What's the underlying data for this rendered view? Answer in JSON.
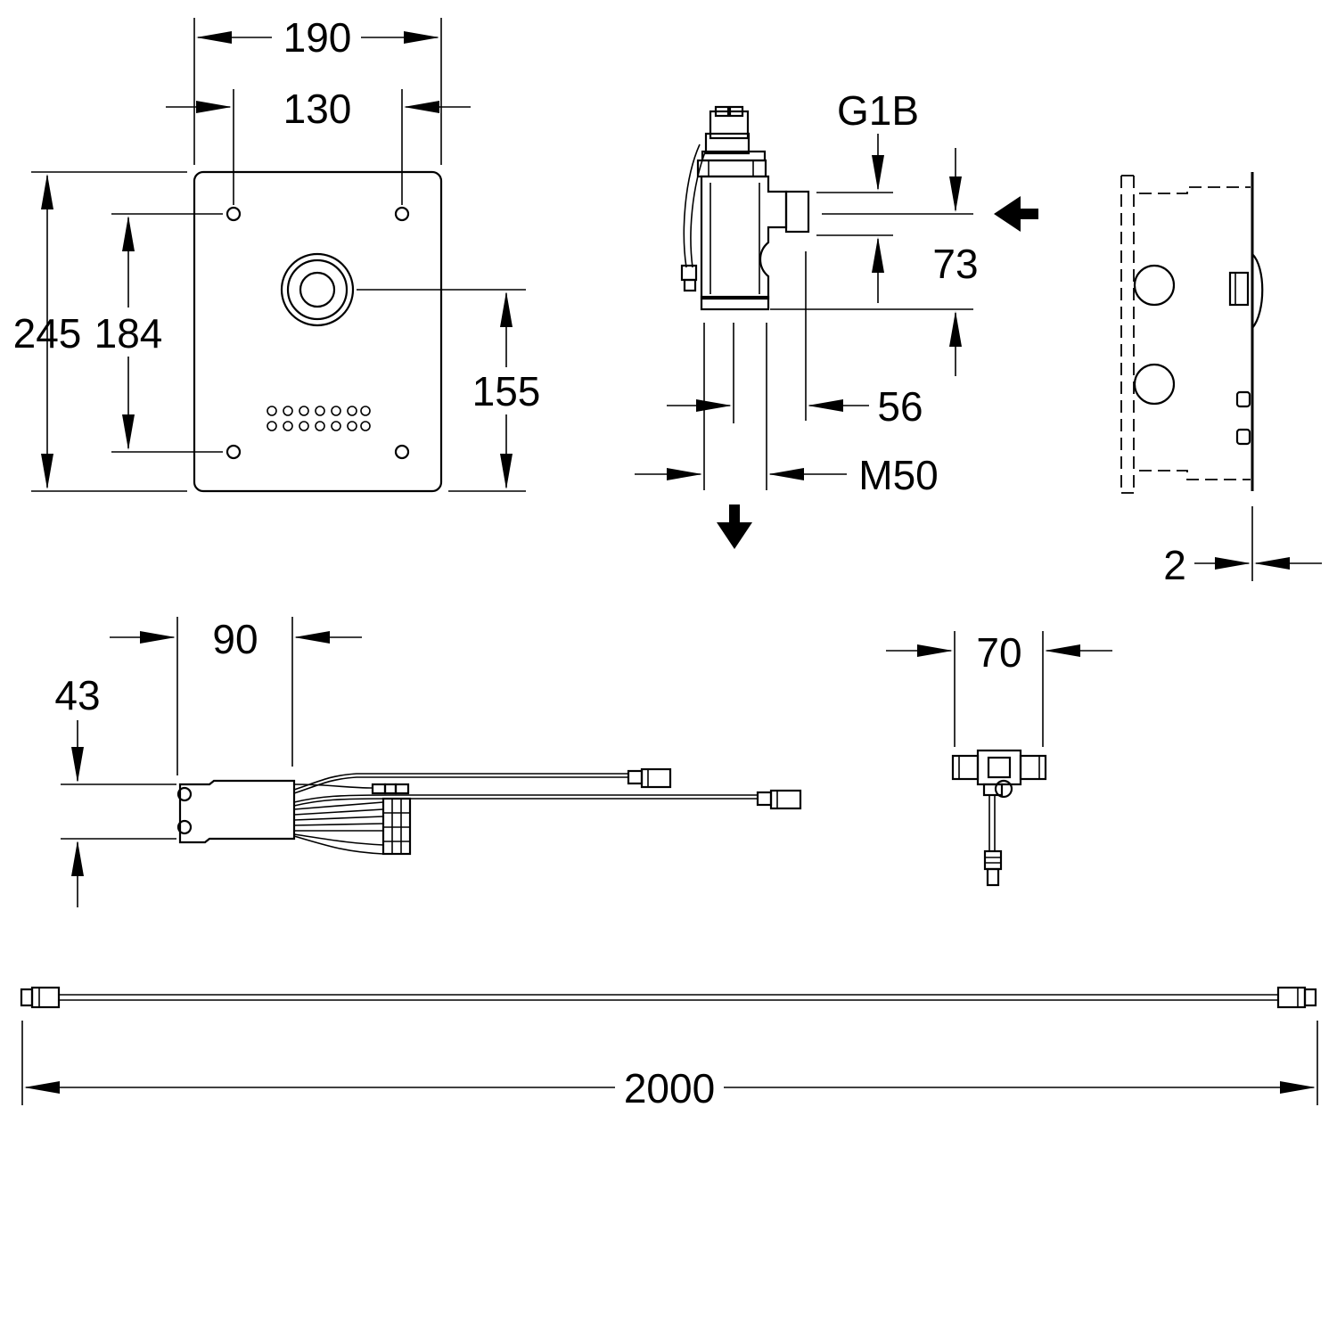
{
  "dimensions": {
    "cover_width": "190",
    "cover_hole_spacing_h": "130",
    "cover_height": "245",
    "cover_hole_spacing_v": "184",
    "cover_center_height": "155",
    "connection_thread": "G1B",
    "body_height": "73",
    "outlet_offset": "56",
    "outlet_thread": "M50",
    "plate_thickness": "2",
    "module_width": "90",
    "module_height": "43",
    "valve_width": "70",
    "cable_length": "2000"
  }
}
